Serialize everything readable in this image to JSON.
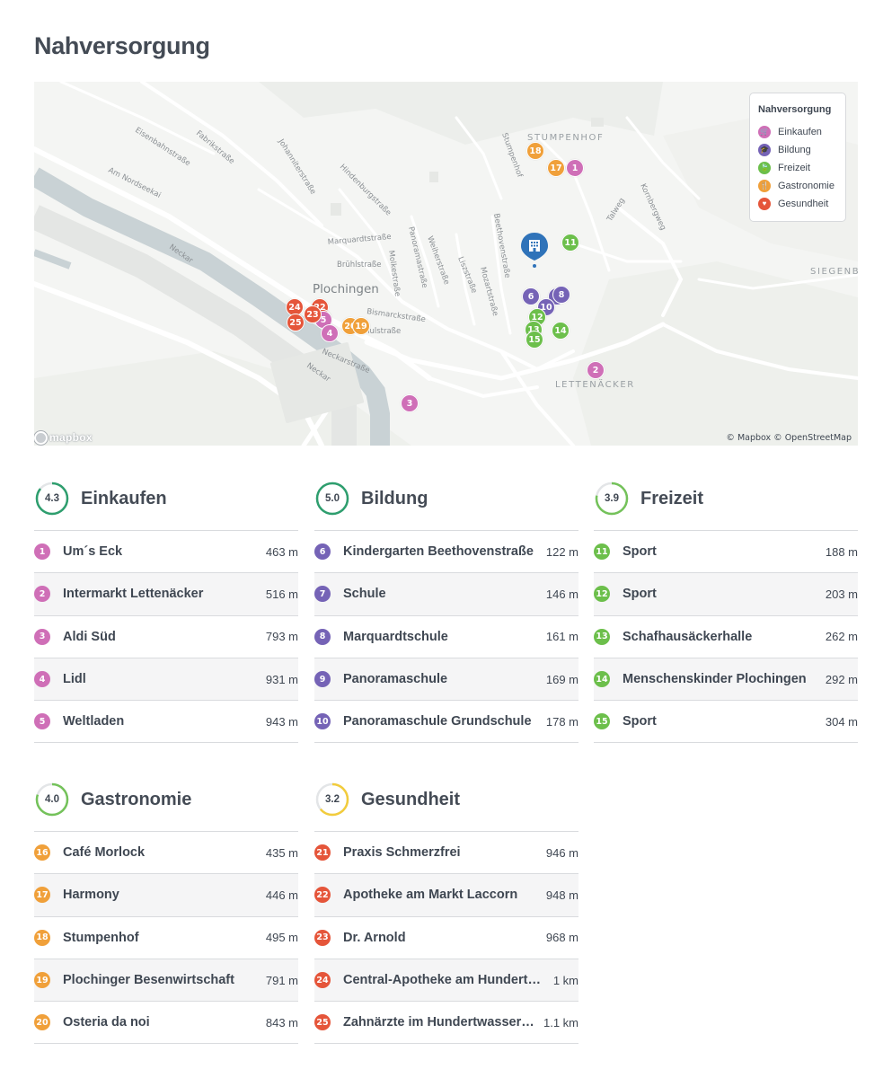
{
  "page_title": "Nahversorgung",
  "colors": {
    "einkaufen": "#cf6fb7",
    "bildung": "#7563b6",
    "freizeit": "#6cbf4b",
    "gastronomie": "#f0a03a",
    "gesundheit": "#e5553a",
    "property_pin": "#2f73b9"
  },
  "map": {
    "legend": {
      "title": "Nahversorgung",
      "items": [
        {
          "label": "Einkaufen",
          "color": "#cf6fb7",
          "icon": "cart-icon",
          "glyph": "🛒"
        },
        {
          "label": "Bildung",
          "color": "#7563b6",
          "icon": "graduation-cap-icon",
          "glyph": "🎓"
        },
        {
          "label": "Freizeit",
          "color": "#6cbf4b",
          "icon": "leaf-icon",
          "glyph": "🍃"
        },
        {
          "label": "Gastronomie",
          "color": "#f0a03a",
          "icon": "cutlery-icon",
          "glyph": "🍴"
        },
        {
          "label": "Gesundheit",
          "color": "#e5553a",
          "icon": "heart-icon",
          "glyph": "♥"
        }
      ]
    },
    "labels": {
      "district_stumpenhof": "STUMPENHOF",
      "district_lettenaecker": "LETTENÄCKER",
      "district_siegenberg": "SIEGENBE",
      "town": "Plochingen",
      "streets": [
        "Eisenbahnstraße",
        "Fabrikstraße",
        "Johanniterstraße",
        "Hindenburgstraße",
        "Am Nordseekai",
        "Neckar",
        "Marquardtstraße",
        "Brühlstraße",
        "Panoramastraße",
        "Weiherstraße",
        "Molkestraße",
        "Liszstraße",
        "Mozartstraße",
        "Beethovenstraße",
        "Stumpenhof",
        "Talweg",
        "Kornbergweg",
        "Bismarckstraße",
        "Schulstraße",
        "Neckarstraße",
        "Neckar"
      ]
    },
    "markers": [
      {
        "n": "18",
        "cat": "gastronomie"
      },
      {
        "n": "17",
        "cat": "gastronomie"
      },
      {
        "n": "1",
        "cat": "einkaufen"
      },
      {
        "n": "11",
        "cat": "freizeit"
      },
      {
        "n": "6",
        "cat": "bildung"
      },
      {
        "n": "9",
        "cat": "bildung"
      },
      {
        "n": "8",
        "cat": "bildung"
      },
      {
        "n": "10",
        "cat": "bildung"
      },
      {
        "n": "12",
        "cat": "freizeit"
      },
      {
        "n": "13",
        "cat": "freizeit"
      },
      {
        "n": "14",
        "cat": "freizeit"
      },
      {
        "n": "15",
        "cat": "freizeit"
      },
      {
        "n": "2",
        "cat": "einkaufen"
      },
      {
        "n": "24",
        "cat": "gesundheit"
      },
      {
        "n": "22",
        "cat": "gesundheit"
      },
      {
        "n": "21",
        "cat": "gesundheit"
      },
      {
        "n": "5",
        "cat": "einkaufen"
      },
      {
        "n": "23",
        "cat": "gesundheit"
      },
      {
        "n": "25",
        "cat": "gesundheit"
      },
      {
        "n": "20",
        "cat": "gastronomie"
      },
      {
        "n": "19",
        "cat": "gastronomie"
      },
      {
        "n": "4",
        "cat": "einkaufen"
      },
      {
        "n": "3",
        "cat": "einkaufen"
      }
    ],
    "logo_text": "mapbox",
    "attribution": "© Mapbox © OpenStreetMap"
  },
  "sections": [
    {
      "key": "einkaufen",
      "title": "Einkaufen",
      "score": "4.3",
      "score_value": 4.3,
      "color": "#cf6fb7",
      "ring": "#2e9e6e",
      "items": [
        {
          "n": "1",
          "name": "Um´s Eck",
          "dist": "463 m"
        },
        {
          "n": "2",
          "name": "Intermarkt Lettenäcker",
          "dist": "516 m"
        },
        {
          "n": "3",
          "name": "Aldi Süd",
          "dist": "793 m"
        },
        {
          "n": "4",
          "name": "Lidl",
          "dist": "931 m"
        },
        {
          "n": "5",
          "name": "Weltladen",
          "dist": "943 m"
        }
      ]
    },
    {
      "key": "bildung",
      "title": "Bildung",
      "score": "5.0",
      "score_value": 5.0,
      "color": "#7563b6",
      "ring": "#2e9e6e",
      "items": [
        {
          "n": "6",
          "name": "Kindergarten Beethovenstraße",
          "dist": "122 m"
        },
        {
          "n": "7",
          "name": "Schule",
          "dist": "146 m"
        },
        {
          "n": "8",
          "name": "Marquardtschule",
          "dist": "161 m"
        },
        {
          "n": "9",
          "name": "Panoramaschule",
          "dist": "169 m"
        },
        {
          "n": "10",
          "name": "Panoramaschule Grundschule",
          "dist": "178 m"
        }
      ]
    },
    {
      "key": "freizeit",
      "title": "Freizeit",
      "score": "3.9",
      "score_value": 3.9,
      "color": "#6cbf4b",
      "ring": "#74c25a",
      "items": [
        {
          "n": "11",
          "name": "Sport",
          "dist": "188 m"
        },
        {
          "n": "12",
          "name": "Sport",
          "dist": "203 m"
        },
        {
          "n": "13",
          "name": "Schafhausäckerhalle",
          "dist": "262 m"
        },
        {
          "n": "14",
          "name": "Menschenskinder Plochingen",
          "dist": "292 m"
        },
        {
          "n": "15",
          "name": "Sport",
          "dist": "304 m"
        }
      ]
    },
    {
      "key": "gastronomie",
      "title": "Gastronomie",
      "score": "4.0",
      "score_value": 4.0,
      "color": "#f0a03a",
      "ring": "#74c25a",
      "items": [
        {
          "n": "16",
          "name": "Café Morlock",
          "dist": "435 m"
        },
        {
          "n": "17",
          "name": "Harmony",
          "dist": "446 m"
        },
        {
          "n": "18",
          "name": "Stumpenhof",
          "dist": "495 m"
        },
        {
          "n": "19",
          "name": "Plochinger Besenwirtschaft",
          "dist": "791 m"
        },
        {
          "n": "20",
          "name": "Osteria da noi",
          "dist": "843 m"
        }
      ]
    },
    {
      "key": "gesundheit",
      "title": "Gesundheit",
      "score": "3.2",
      "score_value": 3.2,
      "color": "#e5553a",
      "ring": "#f2cc3c",
      "items": [
        {
          "n": "21",
          "name": "Praxis Schmerzfrei",
          "dist": "946 m"
        },
        {
          "n": "22",
          "name": "Apotheke am Markt Laccorn",
          "dist": "948 m"
        },
        {
          "n": "23",
          "name": "Dr. Arnold",
          "dist": "968 m"
        },
        {
          "n": "24",
          "name": "Central-Apotheke am Hundertwasserhaus",
          "dist": "1 km"
        },
        {
          "n": "25",
          "name": "Zahnärzte im Hundertwasserhaus",
          "dist": "1.1 km"
        }
      ]
    }
  ]
}
